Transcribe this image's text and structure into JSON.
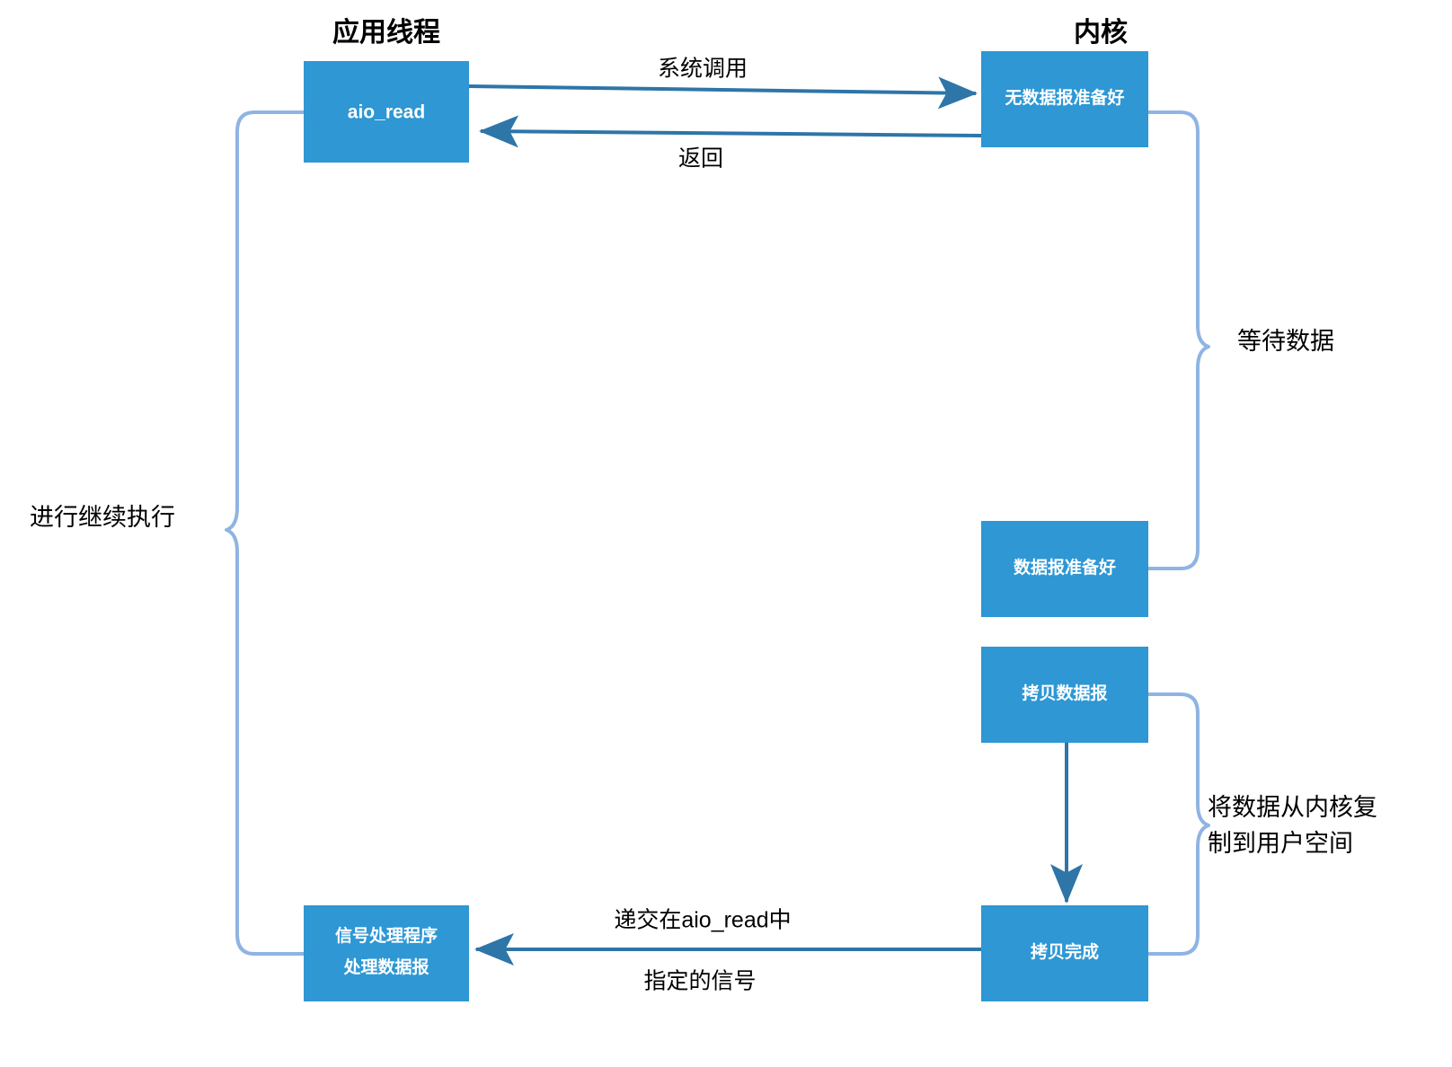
{
  "columns": {
    "app": {
      "title": "应用线程"
    },
    "kernel": {
      "title": "内核"
    }
  },
  "boxes": {
    "aio_read": {
      "label": "aio_read"
    },
    "no_data_ready": {
      "label": "无数据报准备好"
    },
    "data_ready": {
      "label": "数据报准备好"
    },
    "copy_datagram": {
      "label": "拷贝数据报"
    },
    "copy_done": {
      "label": "拷贝完成"
    },
    "signal_handler": {
      "line1": "信号处理程序",
      "line2": "处理数据报"
    }
  },
  "edges": {
    "syscall": {
      "label": "系统调用"
    },
    "return": {
      "label": "返回"
    },
    "signal_line1": {
      "label": "递交在aio_read中"
    },
    "signal_line2": {
      "label": "指定的信号"
    }
  },
  "annotations": {
    "continue_exec": {
      "label": "进行继续执行"
    },
    "wait_data": {
      "label": "等待数据"
    },
    "copy_to_user": {
      "line1": "将数据从内核复",
      "line2": "制到用户空间"
    }
  },
  "colors": {
    "box_fill": "#2E97D4",
    "box_text": "#FFFFFF",
    "arrow": "#2E75A8",
    "brace": "#8FB4E3",
    "background": "#FFFFFF",
    "label_text": "#000000"
  }
}
